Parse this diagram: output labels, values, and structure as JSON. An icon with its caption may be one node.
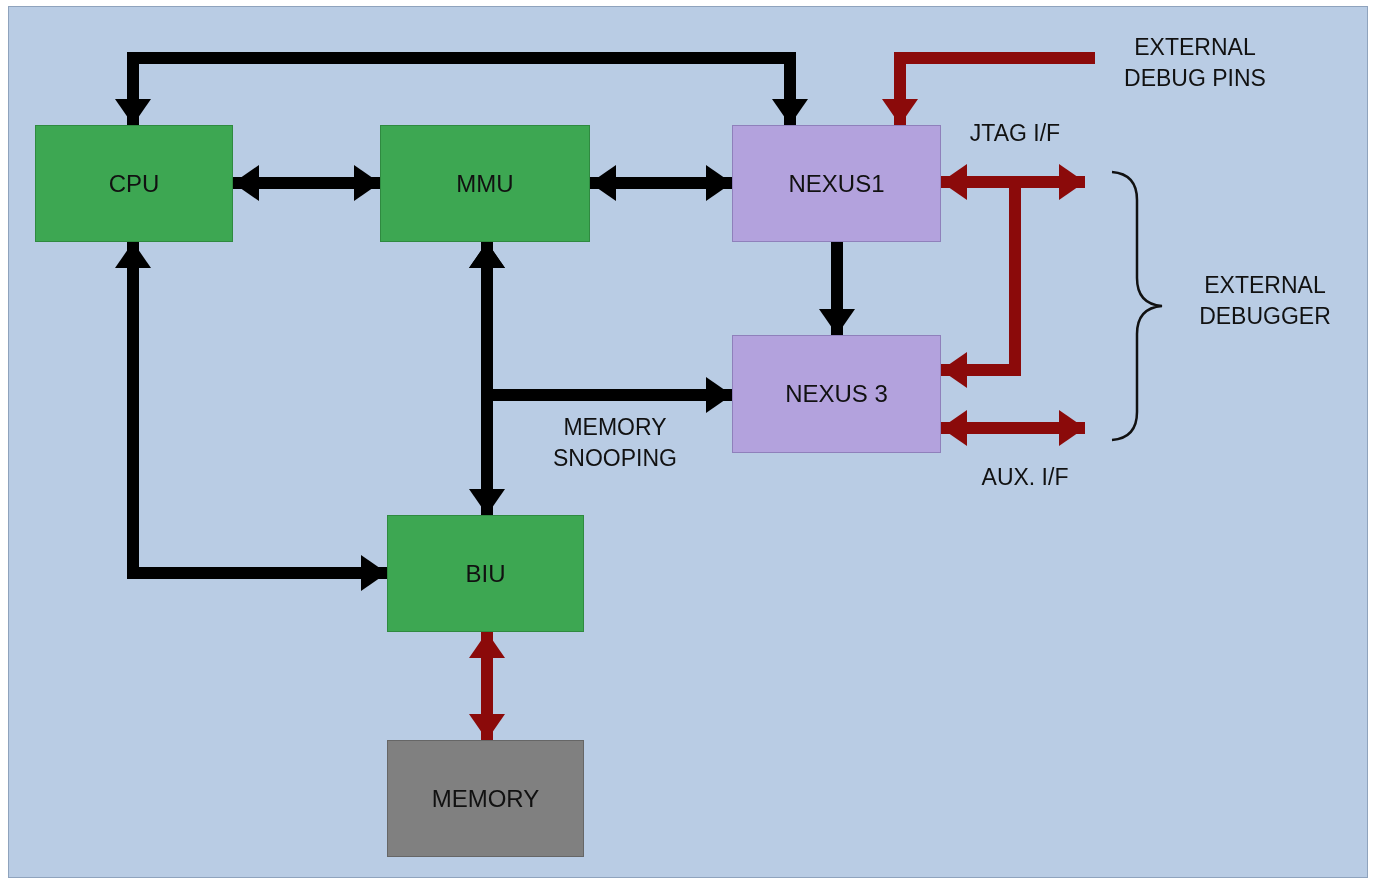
{
  "diagram": {
    "nodes": [
      {
        "text": [
          "CPU"
        ]
      },
      {
        "text": [
          "MMU"
        ]
      },
      {
        "text": [
          "NEXUS1"
        ]
      },
      {
        "text": [
          "NEXUS 3"
        ]
      },
      {
        "text": [
          "BIU"
        ]
      },
      {
        "text": [
          "MEMORY"
        ]
      },
      {
        "text": [
          "EXTERNAL DEBUG PINS"
        ]
      }
    ],
    "edges": [
      {
        "from": 0,
        "to": 2,
        "arrow": "both"
      },
      {
        "from": 0,
        "to": 1,
        "arrow": "both"
      },
      {
        "from": 1,
        "to": 2,
        "arrow": "both"
      },
      {
        "from": 2,
        "to": 3,
        "arrow": "to"
      },
      {
        "from": 1,
        "to": 4,
        "arrow": "both"
      },
      {
        "from": 1,
        "to": 3,
        "arrow": "both",
        "label": "MEMORY SNOOPING"
      },
      {
        "from": 0,
        "to": 4,
        "arrow": "both"
      },
      {
        "from": 4,
        "to": 5,
        "arrow": "both",
        "color": "#8b0a0a"
      },
      {
        "from": 6,
        "to": 2,
        "arrow": "to",
        "color": "#8b0a0a"
      },
      {
        "from": 2,
        "to": null,
        "arrow": "both",
        "label": "JTAG I/F",
        "color": "#8b0a0a"
      },
      {
        "from": null,
        "to": 3,
        "arrow": "to",
        "color": "#8b0a0a"
      },
      {
        "from": 3,
        "to": null,
        "arrow": "both",
        "label": "AUX. I/F",
        "color": "#8b0a0a"
      }
    ],
    "labels": [
      "EXTERNAL DEBUGGER"
    ]
  }
}
